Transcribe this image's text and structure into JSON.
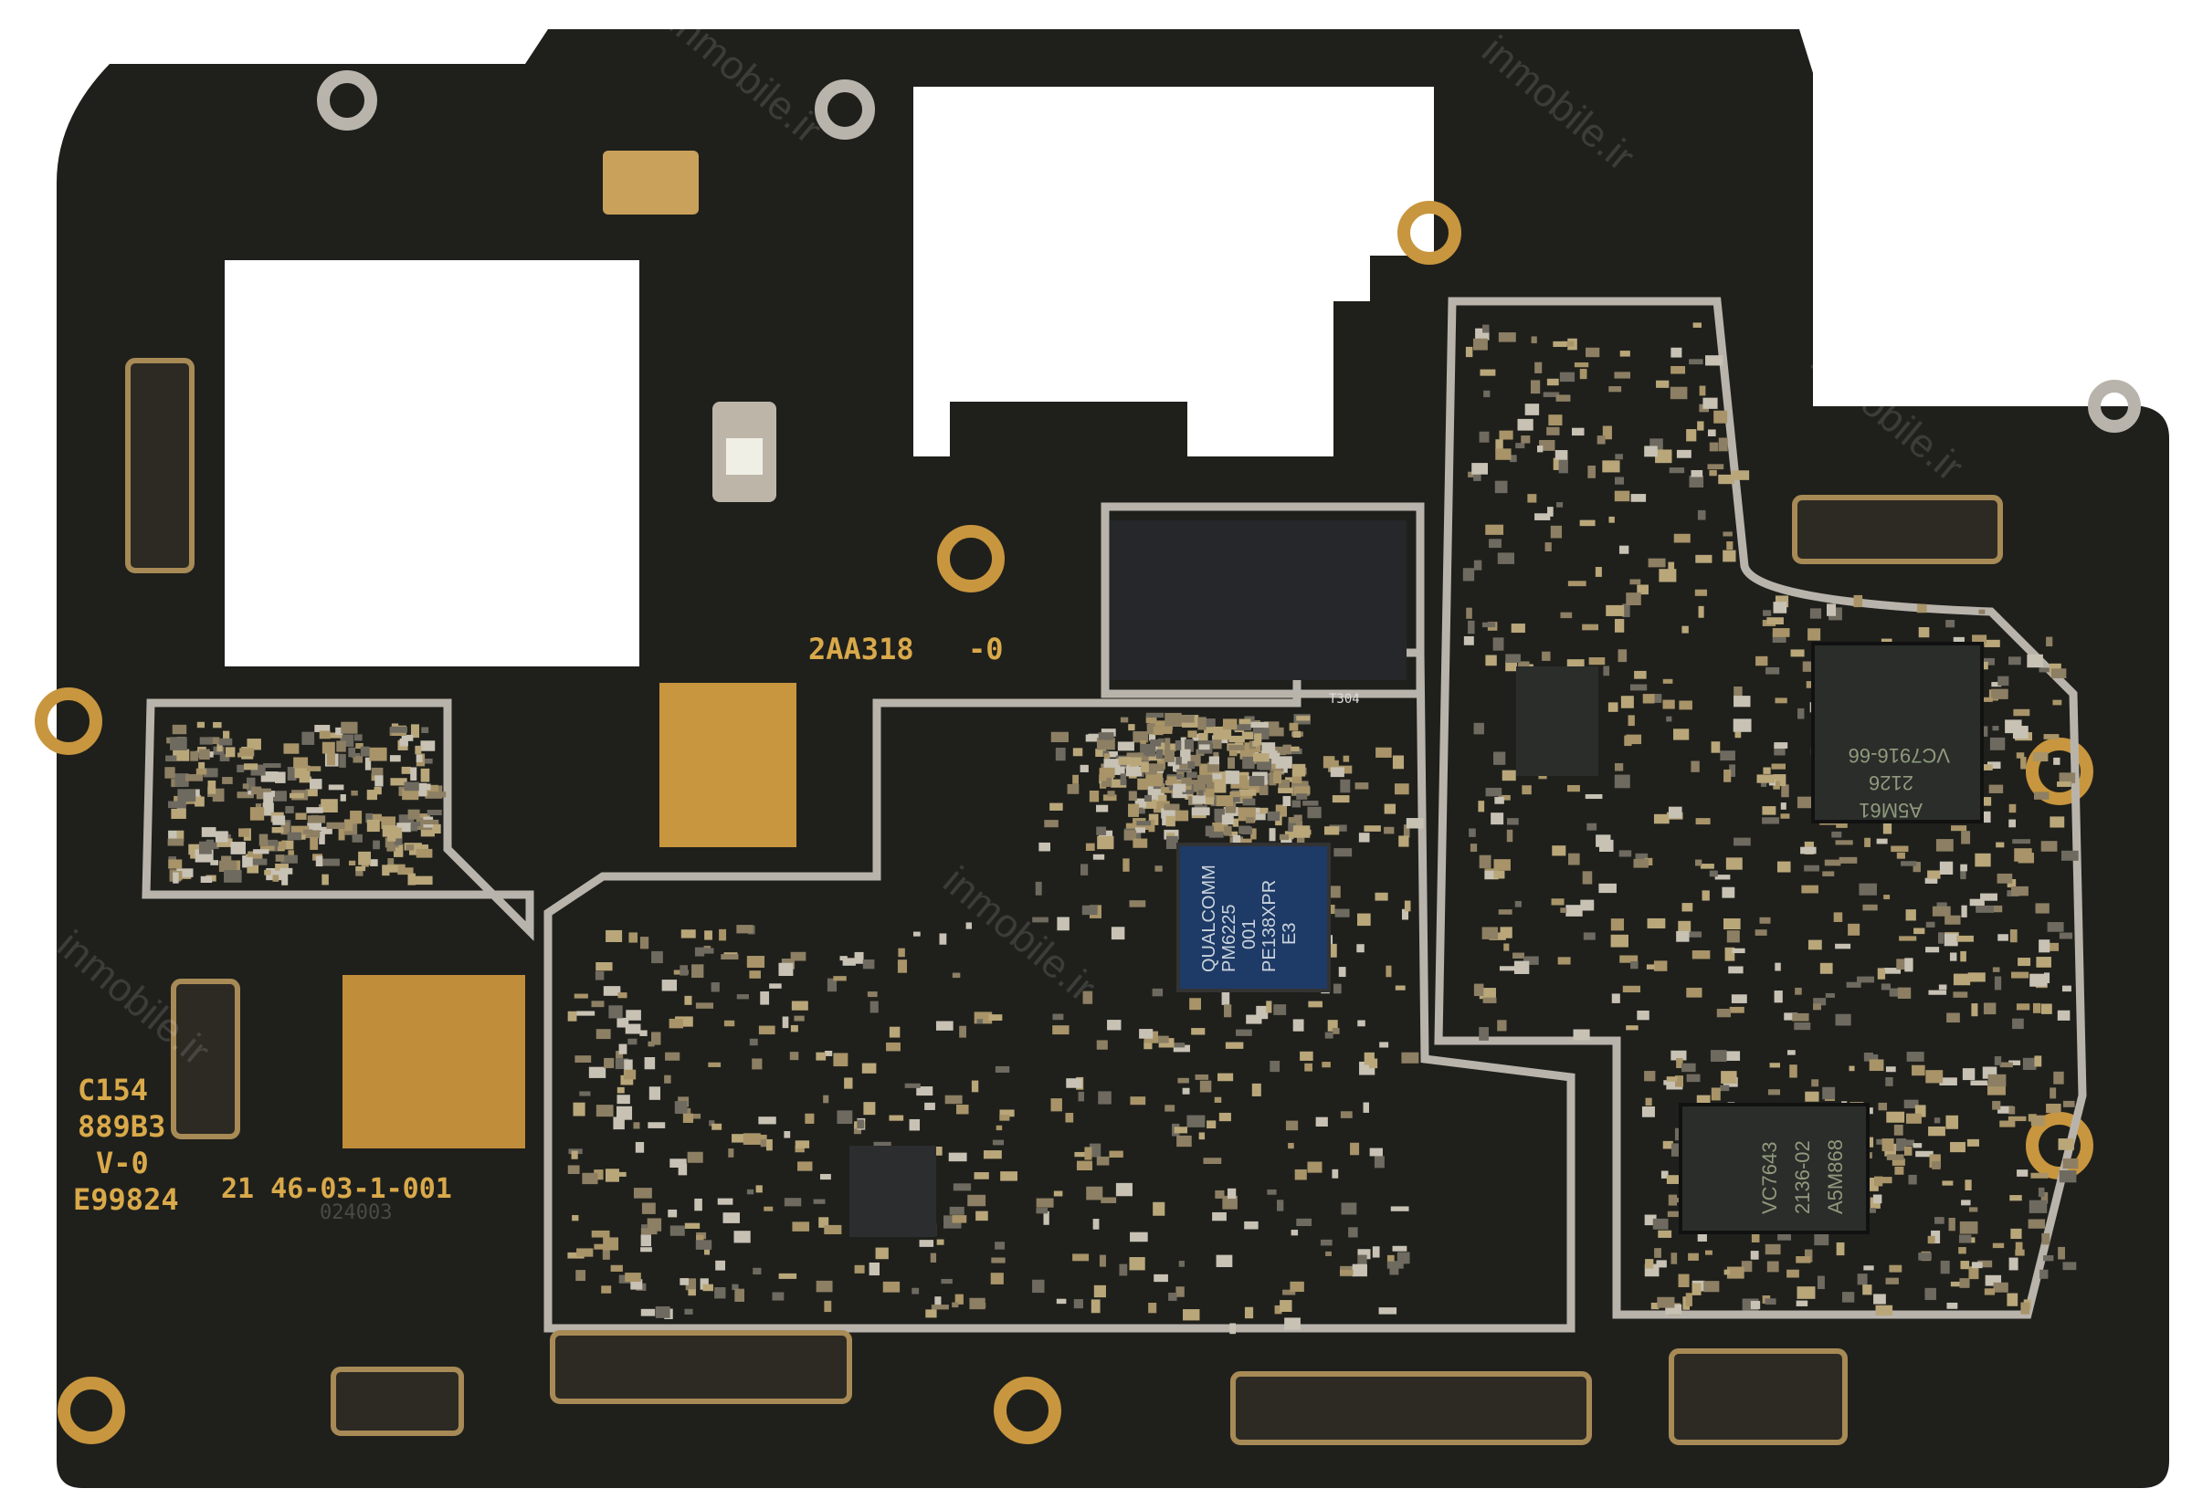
{
  "board": {
    "silkscreen": {
      "label_top": "2AA318",
      "label_top_suffix": "-0",
      "label_left_1": "C154",
      "label_left_2": "889B3",
      "label_left_3": "V-0",
      "label_left_4": "E99824",
      "part_number": "21 46-03-1-001",
      "serial": "024003",
      "small_label": "T304"
    },
    "chips": {
      "pmic": {
        "line1": "QUALCOMM",
        "line2": "PM6225",
        "line3": "001",
        "line4": "PE138XPR",
        "line5": "E3"
      },
      "rf_chip_1": {
        "line1": "VC7916-66",
        "line2": "2126",
        "line3": "A5M61"
      },
      "rf_chip_2": {
        "line1": "VC7643",
        "line2": "2136-02",
        "line3": "A5M868"
      }
    },
    "watermark": "inmobile.ir",
    "colors": {
      "pcb": "#1f201c",
      "gold": "#c8963e",
      "shield": "#b9b4ab",
      "pmic": "#1e3a66"
    }
  }
}
